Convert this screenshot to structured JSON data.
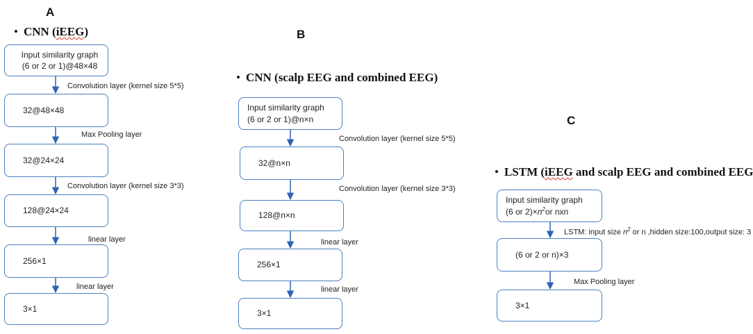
{
  "panels": {
    "A": {
      "letter": "A",
      "title": "CNN (",
      "title_squiggle": "iEEG",
      "title_end": ")",
      "boxes": [
        {
          "line1": "Input similarity  graph",
          "line2": "(6 or 2 or 1)@48×48"
        },
        {
          "text": "32@48×48"
        },
        {
          "text": "32@24×24"
        },
        {
          "text": "128@24×24"
        },
        {
          "text": "256×1"
        },
        {
          "text": "3×1"
        }
      ],
      "edges": [
        "Convolution layer (kernel size 5*5)",
        "Max Pooling layer",
        "Convolution layer (kernel size 3*3)",
        "linear layer",
        "linear layer"
      ]
    },
    "B": {
      "letter": "B",
      "title": "CNN (scalp EEG and combined EEG)",
      "boxes": [
        {
          "line1": "Input similarity graph",
          "line2": "(6 or 2 or 1)@n×n"
        },
        {
          "text": "32@n×n"
        },
        {
          "text": "128@n×n"
        },
        {
          "text": "256×1"
        },
        {
          "text": "3×1"
        }
      ],
      "edges": [
        "Convolution layer (kernel size 5*5)",
        "Convolution layer (kernel size 3*3)",
        "linear layer",
        "linear layer"
      ]
    },
    "C": {
      "letter": "C",
      "title_start": "LSTM (",
      "title_squiggle": "iEEG",
      "title_end": " and scalp EEG and combined EEG)",
      "box0_line1": "Input similarity graph",
      "box0_line2_a": "(6 or 2)×",
      "box0_line2_n": "n",
      "box0_line2_sup": "2",
      "box0_line2_b": "or nxn",
      "box1": "(6 or 2 or n)×3",
      "box2": "3×1",
      "edge0_a": "LSTM: input size ",
      "edge0_n": "n",
      "edge0_sup": "2",
      "edge0_b": " or n ,hidden size:100,output size: 3",
      "edge1": "Max Pooling layer"
    }
  },
  "colors": {
    "box_border": "#4a7fc1",
    "arrow": "#2f63b3",
    "squiggle": "#d9342b"
  }
}
